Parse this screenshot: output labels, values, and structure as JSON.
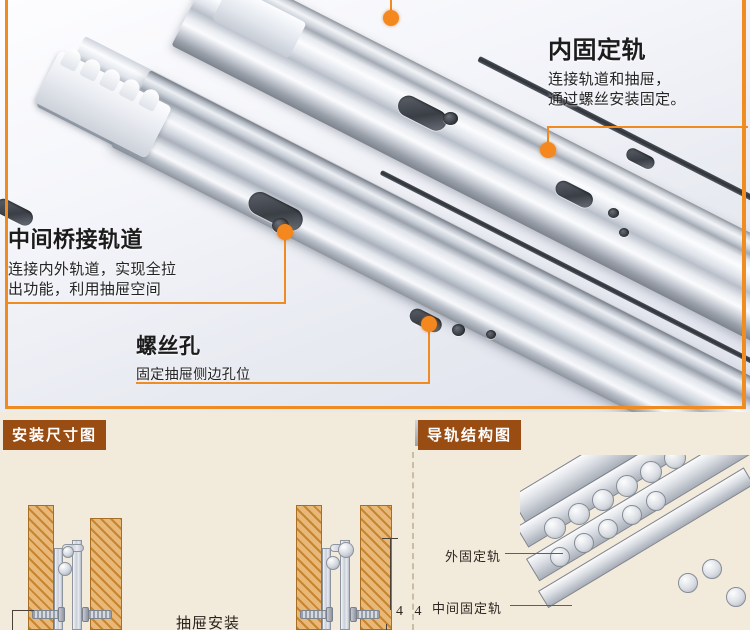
{
  "photo_section": {
    "annotations": [
      {
        "id": "inner-fixed-rail",
        "title": "内固定轨",
        "desc_line1": "连接轨道和抽屉，",
        "desc_line2": "通过螺丝安装固定。"
      },
      {
        "id": "middle-bridge-rail",
        "title": "中间桥接轨道",
        "desc_line1": "连接内外轨道，实现全拉",
        "desc_line2": "出功能，利用抽屉空间"
      },
      {
        "id": "screw-hole",
        "title": "螺丝孔",
        "desc_line1": "固定抽屉侧边孔位"
      }
    ]
  },
  "bottom_section": {
    "left_badge": "安装尺寸图",
    "right_badge": "导轨结构图",
    "dimension_label": "4 4",
    "cut_labels": {
      "outer": "外固定轨",
      "middle": "中间固定轨"
    },
    "clipped_caption": "抽屉安装"
  },
  "colors": {
    "accent_orange": "#ef8b1f",
    "dot_orange": "#f5871f",
    "badge_brown": "#9a4d13",
    "page_bg": "#f2eadb",
    "wood_hatch": "#c8852f"
  }
}
